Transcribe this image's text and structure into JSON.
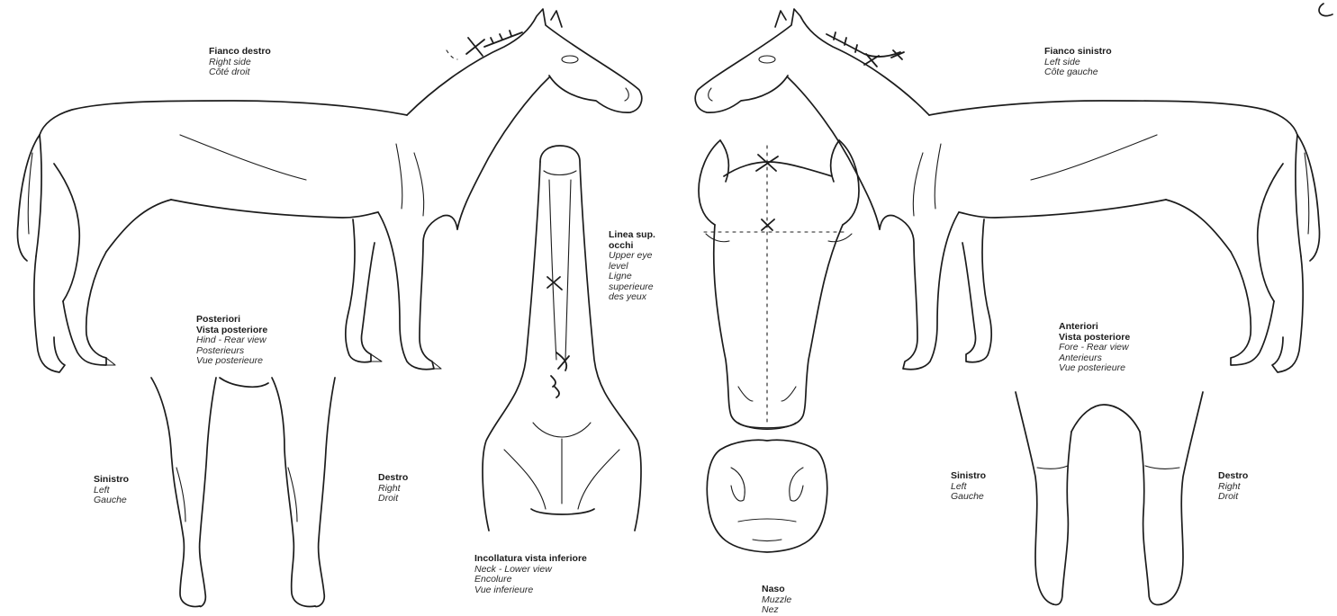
{
  "labels": {
    "right_side": {
      "it": "Fianco destro",
      "en": "Right side",
      "fr": "Côté droit"
    },
    "left_side": {
      "it": "Fianco sinistro",
      "en": "Left side",
      "fr": "Côte gauche"
    },
    "eye_level": {
      "it1": "Linea sup.",
      "it2": "occhi",
      "en1": "Upper eye",
      "en2": "level",
      "fr1": "Ligne",
      "fr2": "superieure",
      "fr3": "des yeux"
    },
    "hind": {
      "it1": "Posteriori",
      "it2": "Vista posteriore",
      "en": "Hind - Rear view",
      "fr1": "Posterieurs",
      "fr2": "Vue posterieure"
    },
    "fore": {
      "it1": "Anteriori",
      "it2": "Vista posteriore",
      "en": "Fore - Rear view",
      "fr1": "Anterieurs",
      "fr2": "Vue posterieure"
    },
    "hind_left": {
      "it": "Sinistro",
      "en": "Left",
      "fr": "Gauche"
    },
    "hind_right": {
      "it": "Destro",
      "en": "Right",
      "fr": "Droit"
    },
    "fore_left": {
      "it": "Sinistro",
      "en": "Left",
      "fr": "Gauche"
    },
    "fore_right": {
      "it": "Destro",
      "en": "Right",
      "fr": "Droit"
    },
    "neck": {
      "it": "Incollatura vista inferiore",
      "en": "Neck - Lower view",
      "fr1": "Encolure",
      "fr2": "Vue inferieure"
    },
    "muzzle": {
      "it": "Naso",
      "en": "Muzzle",
      "fr": "Nez"
    }
  }
}
